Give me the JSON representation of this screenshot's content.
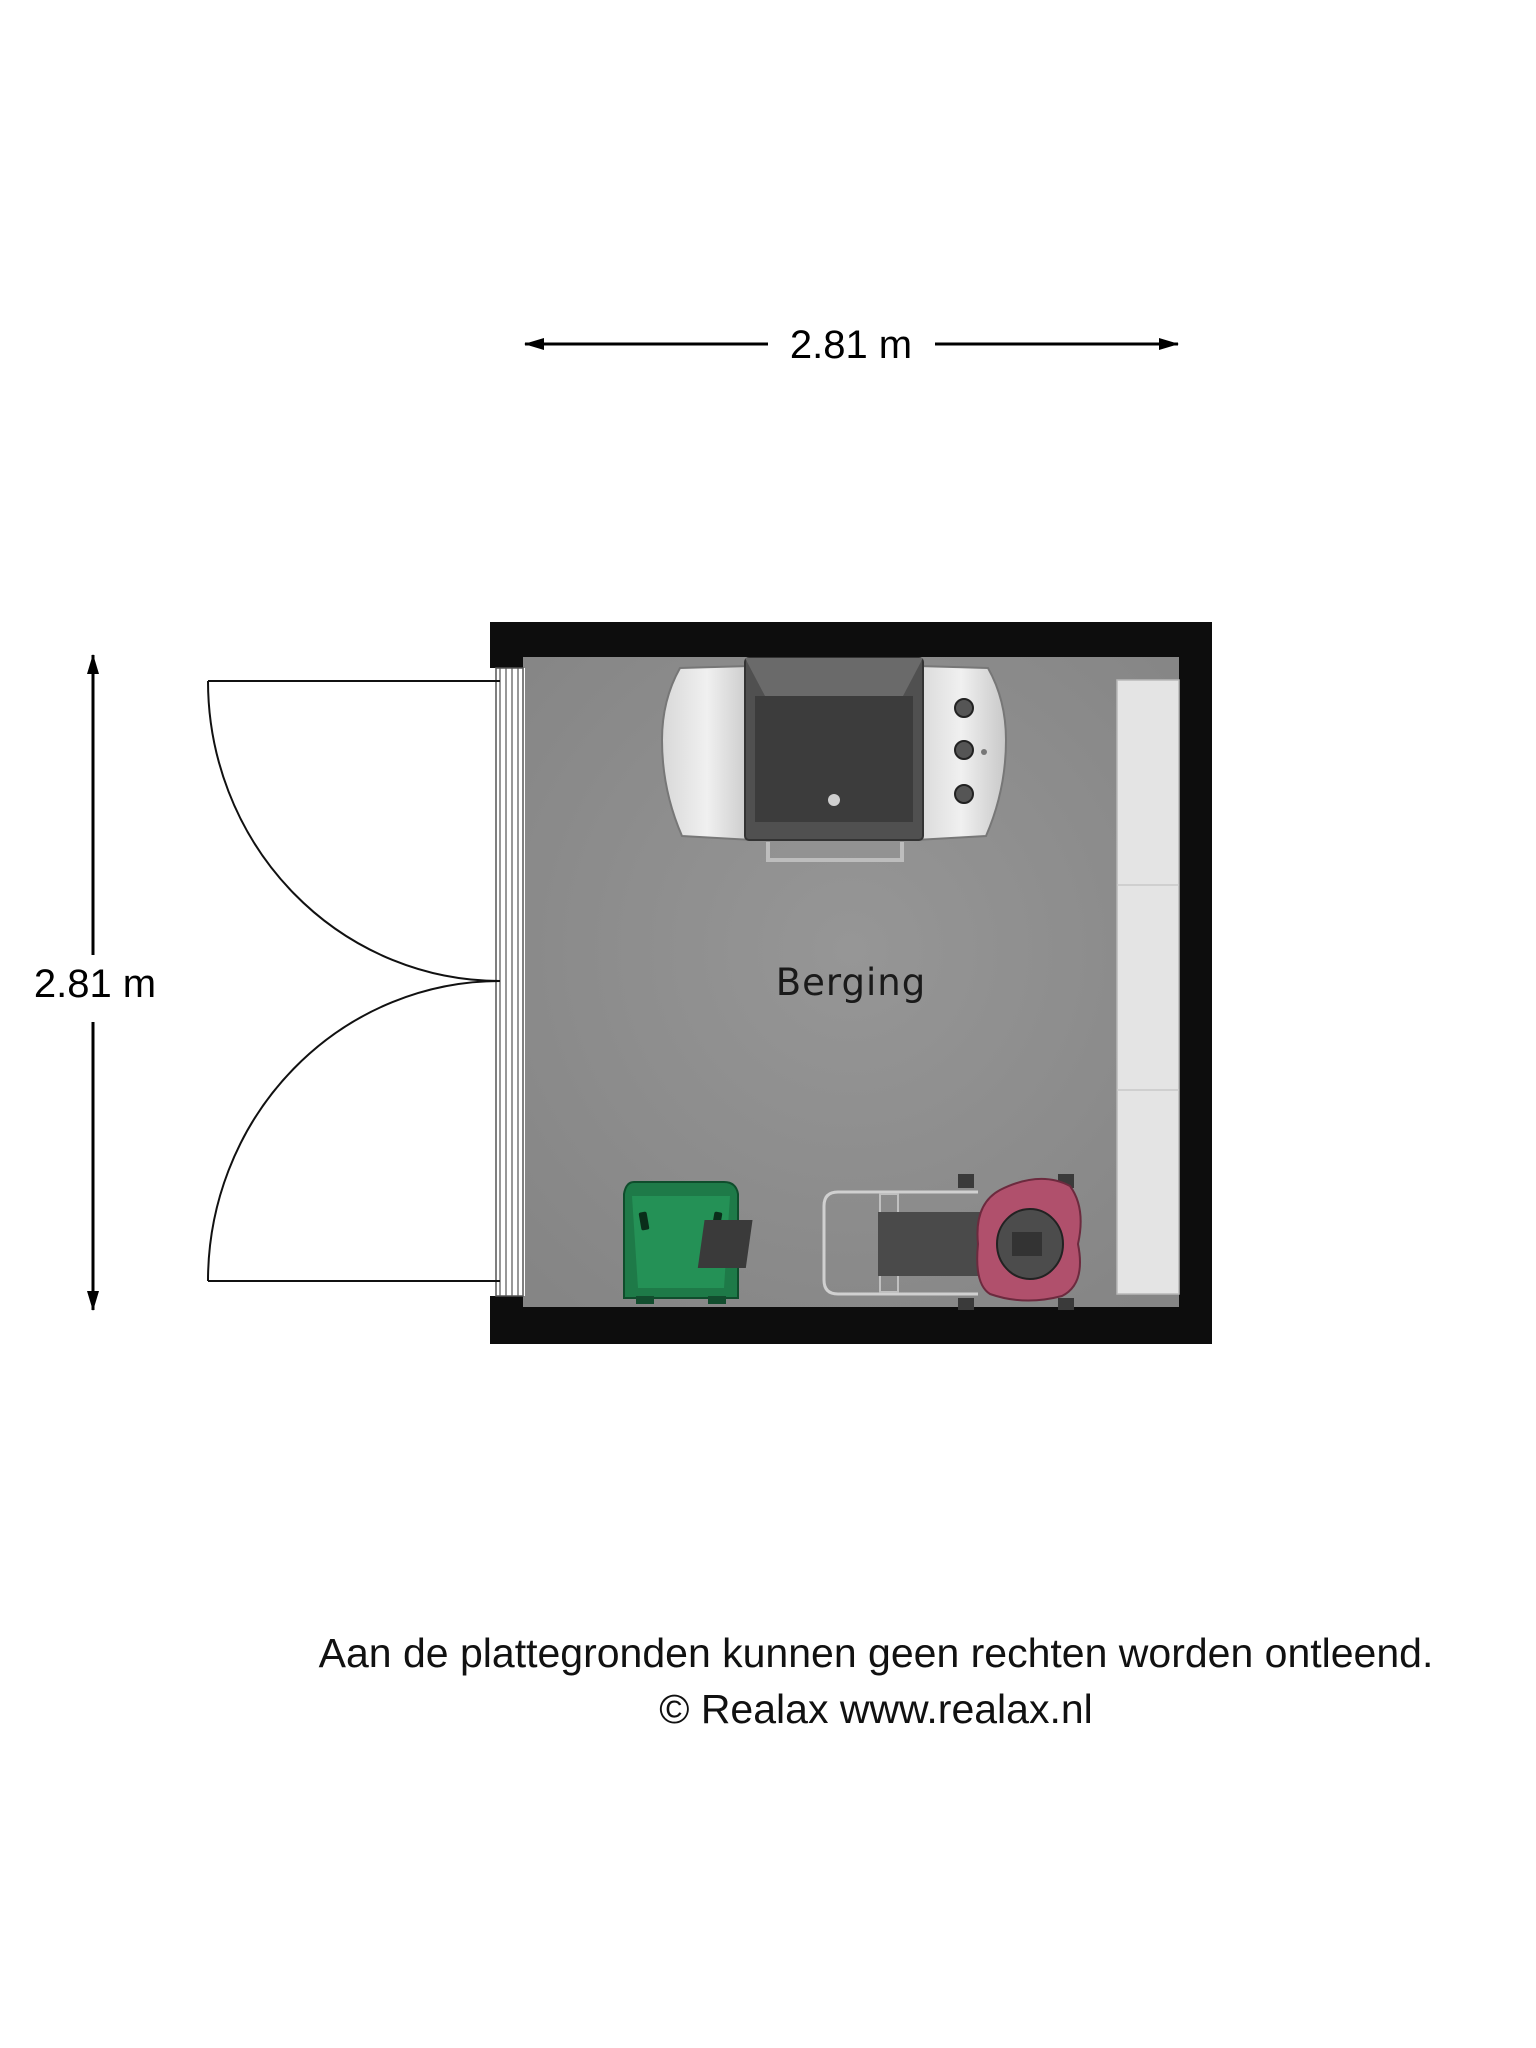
{
  "dimensions": {
    "width_label": "2.81 m",
    "depth_label": "2.81 m"
  },
  "room": {
    "name": "Berging"
  },
  "footer": {
    "disclaimer": "Aan de plattegronden kunnen geen rechten worden ontleend.",
    "copyright": "© Realax www.realax.nl"
  },
  "colors": {
    "wall": "#0d0d0d",
    "floor": "#8a8a8a",
    "bin": "#1e7a48",
    "mower_deck": "#b0506c",
    "shelf": "#e4e4e4"
  }
}
